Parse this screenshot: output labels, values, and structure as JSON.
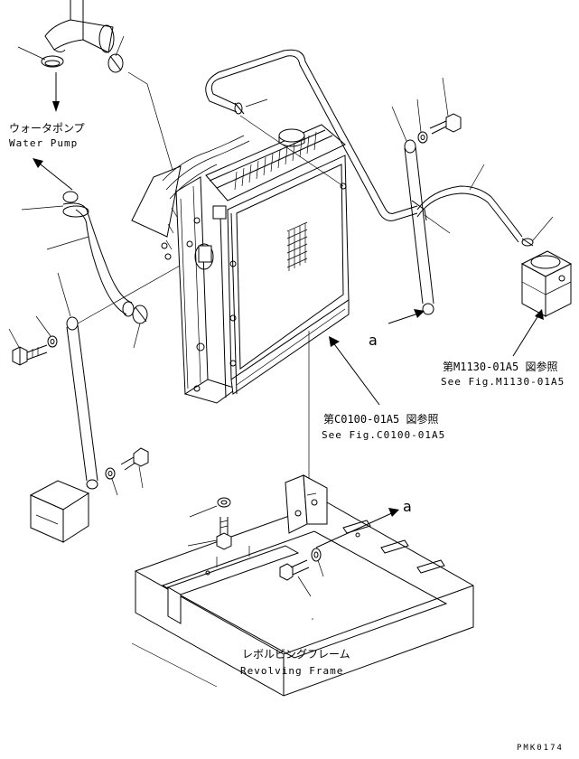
{
  "labels": {
    "water_pump_jp": "ウォータポンプ",
    "water_pump_en": "Water Pump",
    "ref_tank_jp": "第M1130-01A5 図参照",
    "ref_tank_en": "See Fig.M1130-01A5",
    "ref_radiator_jp": "第C0100-01A5 図参照",
    "ref_radiator_en": "See Fig.C0100-01A5",
    "frame_jp": "レボルビングフレーム",
    "frame_en": "Revolving Frame",
    "marker_a_upper": "a",
    "marker_a_lower": "a",
    "page_code": "PMK0174"
  }
}
